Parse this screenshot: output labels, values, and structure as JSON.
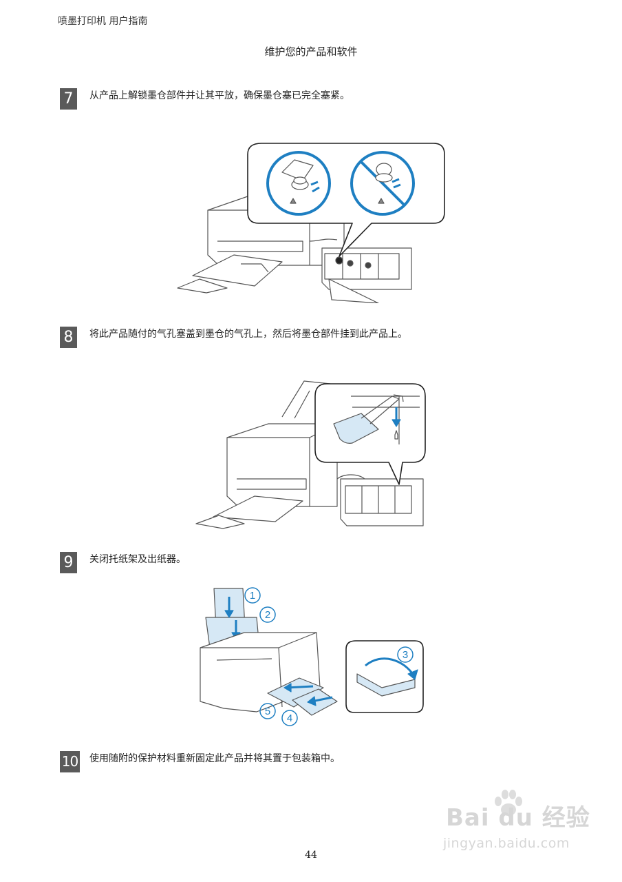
{
  "header": {
    "title": "喷墨打印机 用户指南"
  },
  "section": {
    "title": "维护您的产品和软件"
  },
  "steps": [
    {
      "number": "7",
      "text": "从产品上解锁墨仓部件并让其平放，确保墨仓塞已完全塞紧。"
    },
    {
      "number": "8",
      "text": "将此产品随付的气孔塞盖到墨仓的气孔上，然后将墨仓部件挂到此产品上。"
    },
    {
      "number": "9",
      "text": "关闭托纸架及出纸器。"
    },
    {
      "number": "10",
      "text": "使用随附的保护材料重新固定此产品并将其置于包装箱中。"
    }
  ],
  "figure_callouts": [
    "1",
    "2",
    "3",
    "4",
    "5"
  ],
  "colors": {
    "accent_blue": "#1e7fc2",
    "line": "#555555",
    "step_box": "#5a5a5a"
  },
  "page": {
    "number": "44"
  },
  "watermark": {
    "brand": "Bai du 经验",
    "url": "jingyan.baidu.com"
  }
}
